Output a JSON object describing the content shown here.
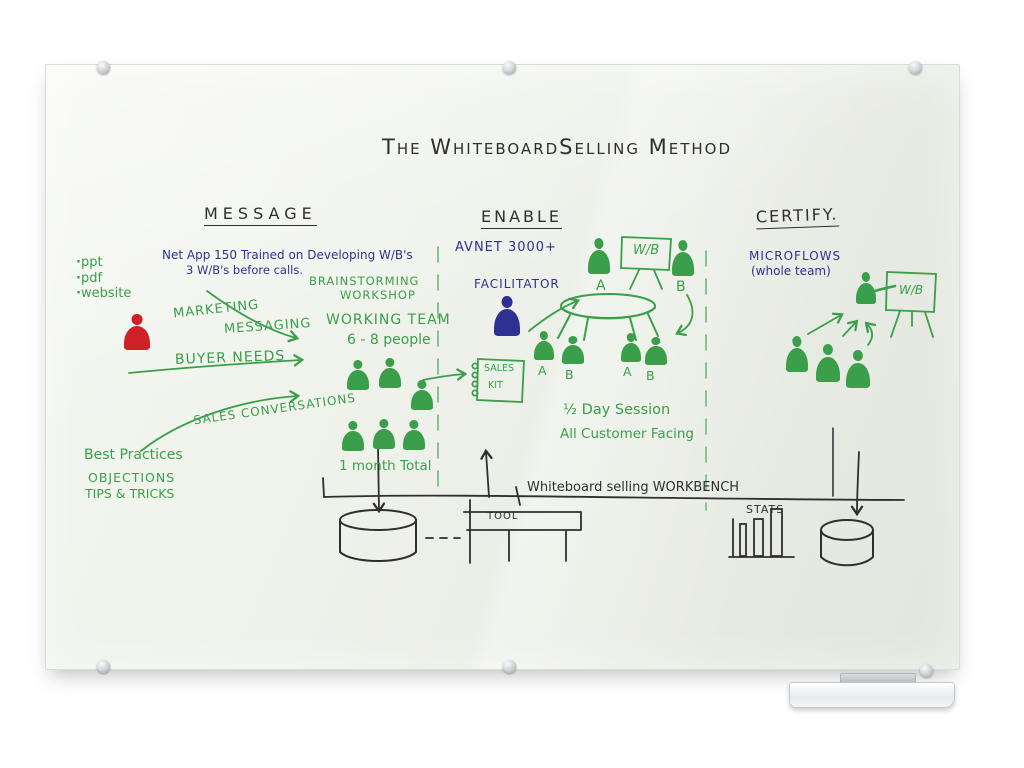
{
  "board": {
    "title": "The WhiteboardSelling Method"
  },
  "message": {
    "heading": "MESSAGE",
    "note_line1": "Net App 150 Trained on Developing W/B's",
    "note_line2": "3 W/B's before calls.",
    "brainstorming_line1": "BRAINSTORMING",
    "brainstorming_line2": "WORKSHOP",
    "bullets": [
      "ppt",
      "pdf",
      "website"
    ],
    "marketing_line1": "MARKETING",
    "marketing_line2": "MESSAGING",
    "buyer_needs": "BUYER NEEDS",
    "sales_conversations": "SALES CONVERSATIONS",
    "best_practices": "Best Practices",
    "objections": "OBJECTIONS",
    "tips_tricks": "TIPS & TRICKS",
    "working_team_line1": "WORKING TEAM",
    "working_team_line2": "6 - 8 people",
    "month_total": "1 month Total",
    "sales_kit_line1": "SALES",
    "sales_kit_line2": "KIT"
  },
  "enable": {
    "heading": "ENABLE",
    "avnet": "AVNET 3000+",
    "facilitator": "FACILITATOR",
    "whiteboard_label": "W/B",
    "label_a": "A",
    "label_b": "B",
    "seat_labels": [
      "A",
      "B",
      "A",
      "B"
    ],
    "session_line1": "½ Day Session",
    "session_line2": "All Customer Facing"
  },
  "certify": {
    "heading": "CERTIFY.",
    "microflows": "MICROFLOWS",
    "whole_team": "(whole team)",
    "whiteboard_label": "W/B"
  },
  "workbench": {
    "label": "Whiteboard selling WORKBENCH",
    "tool_label": "TOOL",
    "stats_label": "STATS"
  },
  "colors": {
    "green": "#3a9e4a",
    "blue": "#2e3192",
    "red": "#cf2028",
    "ink": "#2f2f2f"
  }
}
